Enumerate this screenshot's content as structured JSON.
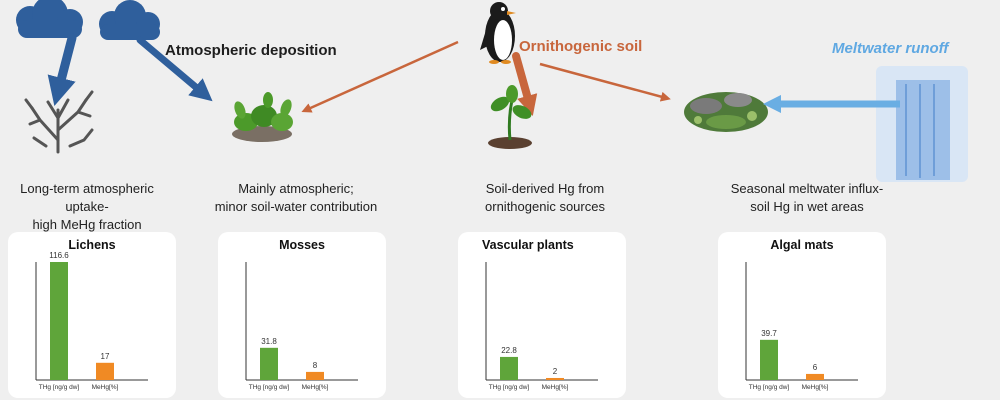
{
  "sources": {
    "atmospheric": "Atmospheric deposition",
    "ornithogenic": "Ornithogenic soil",
    "meltwater": "Meltwater runoff"
  },
  "descriptions": {
    "lichens": [
      "Long-term atmospheric uptake-",
      "high MeHg fraction"
    ],
    "mosses": [
      "Mainly atmospheric;",
      "minor soil-water contribution"
    ],
    "vascular": [
      "Soil-derived Hg from",
      "ornithogenic sources"
    ],
    "algal": [
      "Seasonal meltwater influx-",
      "soil Hg in wet areas"
    ]
  },
  "colors": {
    "thg": "#5fa53a",
    "mehg": "#f08a24",
    "atmospheric_arrow": "#2f5f9c",
    "ornithogenic_arrow": "#c8663c",
    "meltwater_arrow": "#6aaee3"
  },
  "icons": [
    "cloud-icon",
    "lichen-icon",
    "moss-icon",
    "penguin-icon",
    "seedling-icon",
    "algal-mat-icon",
    "glacier-icon"
  ],
  "chart_data": [
    {
      "type": "bar",
      "title": "Lichens",
      "categories": [
        "THg [ng/g dw]",
        "MeHg[%]"
      ],
      "values": [
        116.6,
        17
      ],
      "labels": [
        "116.6",
        "17"
      ]
    },
    {
      "type": "bar",
      "title": "Mosses",
      "categories": [
        "THg [ng/g dw]",
        "MeHg[%]"
      ],
      "values": [
        31.8,
        8
      ],
      "labels": [
        "31.8",
        "8"
      ]
    },
    {
      "type": "bar",
      "title": "Vascular plants",
      "categories": [
        "THg [ng/g dw]",
        "MeHg[%]"
      ],
      "values": [
        22.8,
        2
      ],
      "labels": [
        "22.8",
        "2"
      ]
    },
    {
      "type": "bar",
      "title": "Algal mats",
      "categories": [
        "THg [ng/g dw]",
        "MeHg[%]"
      ],
      "values": [
        39.7,
        6
      ],
      "labels": [
        "39.7",
        "6"
      ]
    }
  ]
}
